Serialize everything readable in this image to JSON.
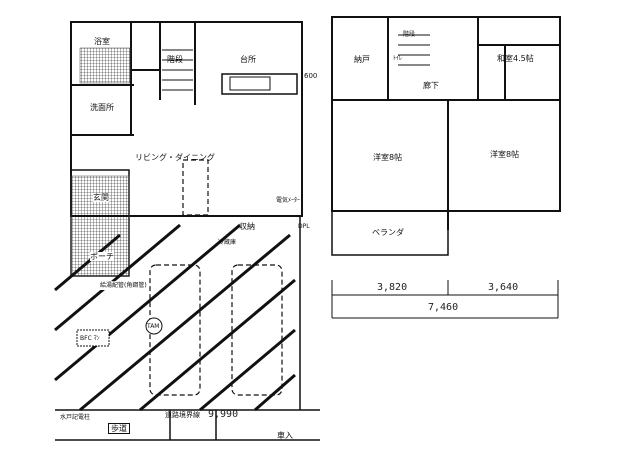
{
  "first_floor": {
    "rooms": {
      "bath": "浴室",
      "toilet_stairs": "階段",
      "kitchen": "台所",
      "washroom": "洗面所",
      "living": "リビング・ダイニング",
      "entrance": "玄関",
      "porch": "ポーチ",
      "storage": "収納",
      "fridge": "冷蔵庫"
    },
    "notes": {
      "hot_water_pipe": "給湯配管(角鋼管)",
      "tank": "TAM",
      "bfc": "BFC ﾏﾝ",
      "meter": "水戸記電柱",
      "dpl": "DPL",
      "meter2": "電気ﾒｰﾀｰ",
      "side_dim": "600"
    }
  },
  "second_floor": {
    "rooms": {
      "closet": "納戸",
      "toilet": "ﾄｲﾚ",
      "washitsu": "和室4.5帖",
      "hall": "廊下",
      "western1": "洋室8帖",
      "western2": "洋室8帖",
      "veranda": "ベランダ",
      "stairs": "階段"
    },
    "dimensions": {
      "left": "3,820",
      "right": "3,640",
      "total": "7,460"
    }
  },
  "site": {
    "road_boundary_label": "道路境界線",
    "road_boundary_value": "9,990",
    "sidewalk": "歩道",
    "car_entry": "車入"
  }
}
